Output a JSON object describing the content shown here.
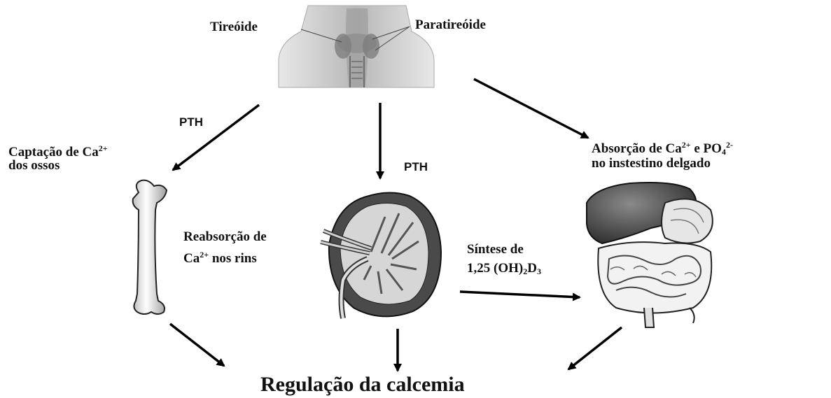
{
  "labels": {
    "tireoide": "Tireóide",
    "paratireoide": "Paratireóide",
    "pth_left": "PTH",
    "pth_center": "PTH",
    "captacao_1": "Captação de Ca",
    "captacao_sup": "2+",
    "captacao_2": "dos ossos",
    "absorcao_1a": "Absorção de Ca",
    "absorcao_sup1": "2+",
    "absorcao_1b": " e PO",
    "absorcao_sub": "4",
    "absorcao_sup2": "2-",
    "absorcao_2": "no instestino delgado",
    "reabs_1": "Reabsorção de",
    "reabs_2a": "Ca",
    "reabs_sup": "2+",
    "reabs_2b": " nos rins",
    "sintese_1": "Síntese de",
    "sintese_2a": "1,25 (OH)",
    "sintese_sub1": "2",
    "sintese_2b": "D",
    "sintese_sub2": "3",
    "regulacao": "Regulação da calcemia"
  },
  "colors": {
    "arrow": "#000000",
    "skin": "#cfcfcf",
    "organ_dark": "#4a4a4a",
    "organ_mid": "#9a9a9a",
    "bone_fill": "#ffffff"
  }
}
